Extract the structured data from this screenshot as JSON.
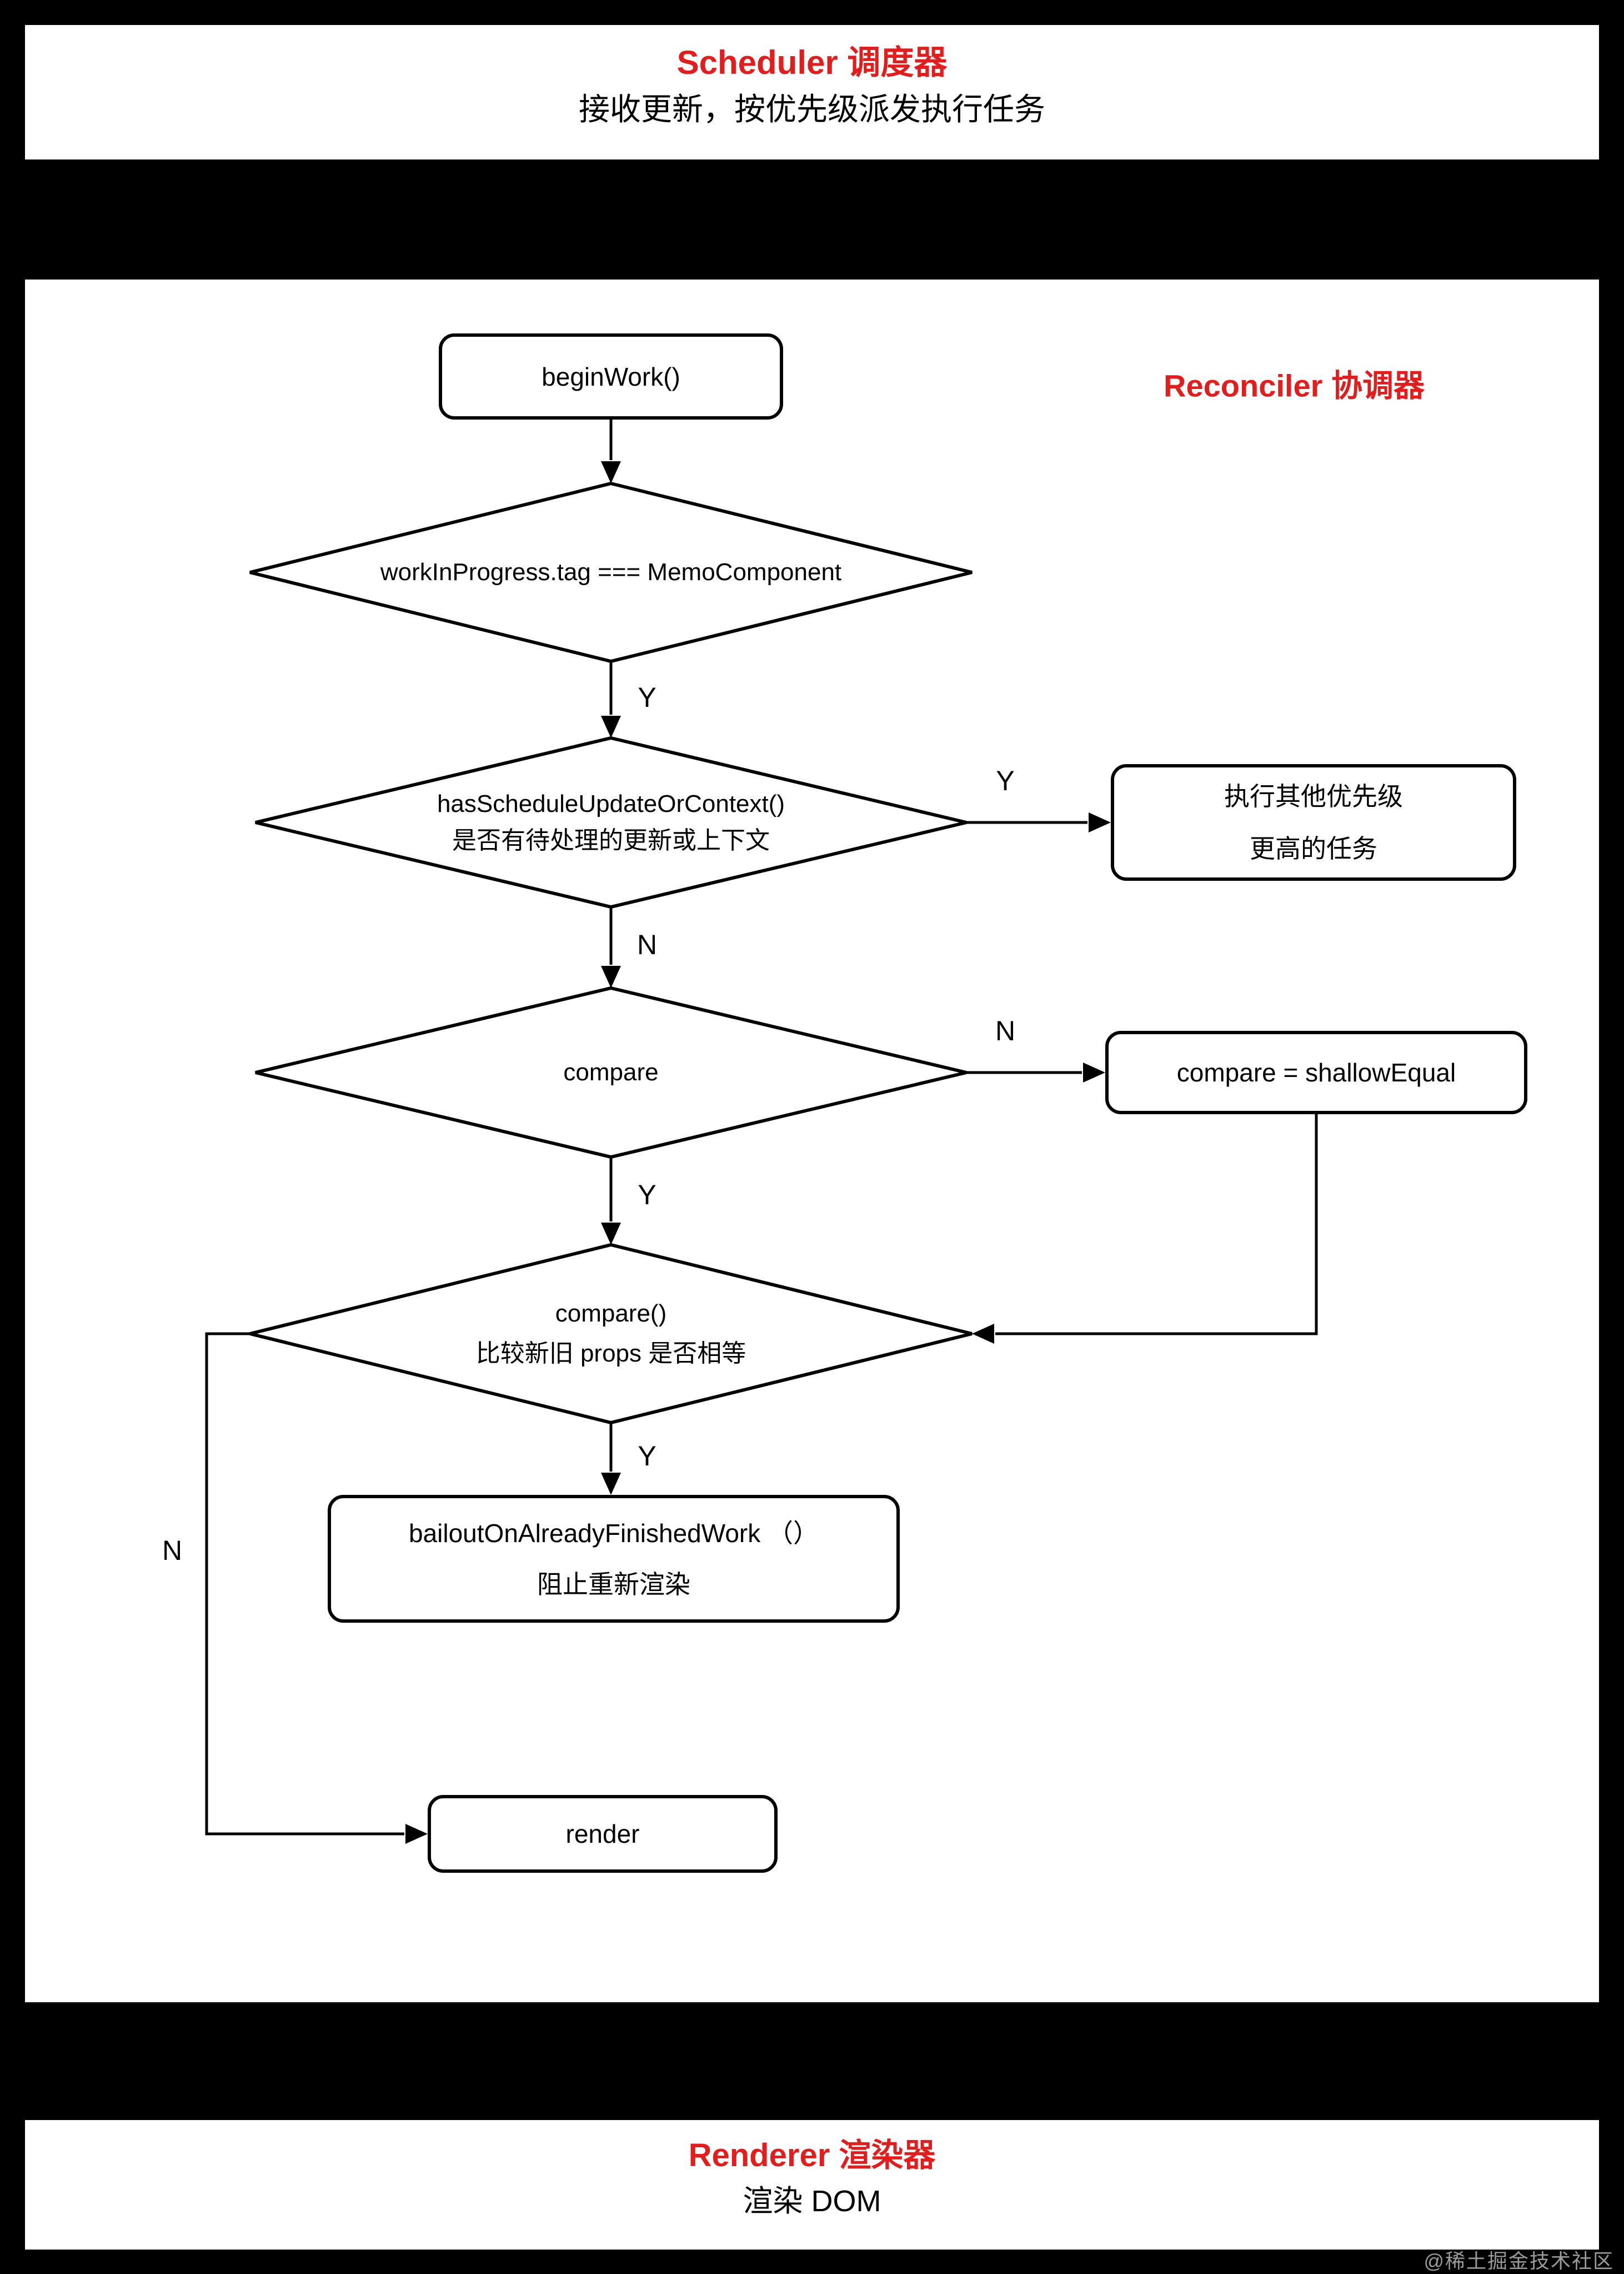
{
  "header": {
    "title": "Scheduler 调度器",
    "subtitle": "接收更新，按优先级派发执行任务"
  },
  "footer": {
    "title": "Renderer 渲染器",
    "subtitle": "渲染 DOM",
    "watermark": "@稀土掘金技术社区"
  },
  "section_label": "Reconciler 协调器",
  "colors": {
    "accent_red": "#e01e1e",
    "line_black": "#000000",
    "watermark_gray": "#9b9b9b"
  },
  "nodes": {
    "begin_work": {
      "label": "beginWork()"
    },
    "diamond_memo": {
      "label": "workInProgress.tag === MemoComponent"
    },
    "diamond_has_update": {
      "line1": "hasScheduleUpdateOrContext()",
      "line2": "是否有待处理的更新或上下文"
    },
    "box_higher_priority": {
      "line1": "执行其他优先级",
      "line2": "更高的任务"
    },
    "diamond_compare": {
      "label": "compare"
    },
    "box_shallow_equal": {
      "label": "compare = shallowEqual"
    },
    "diamond_compare_props": {
      "line1": "compare()",
      "line2": "比较新旧 props 是否相等"
    },
    "box_bailout": {
      "line1": "bailoutOnAlreadyFinishedWork （）",
      "line2": "阻止重新渲染"
    },
    "box_render": {
      "label": "render"
    }
  },
  "edge_labels": {
    "memo_yes": "Y",
    "has_update_yes": "Y",
    "has_update_no": "N",
    "compare_no": "N",
    "compare_yes": "Y",
    "compare_props_yes": "Y",
    "compare_props_no": "N"
  }
}
